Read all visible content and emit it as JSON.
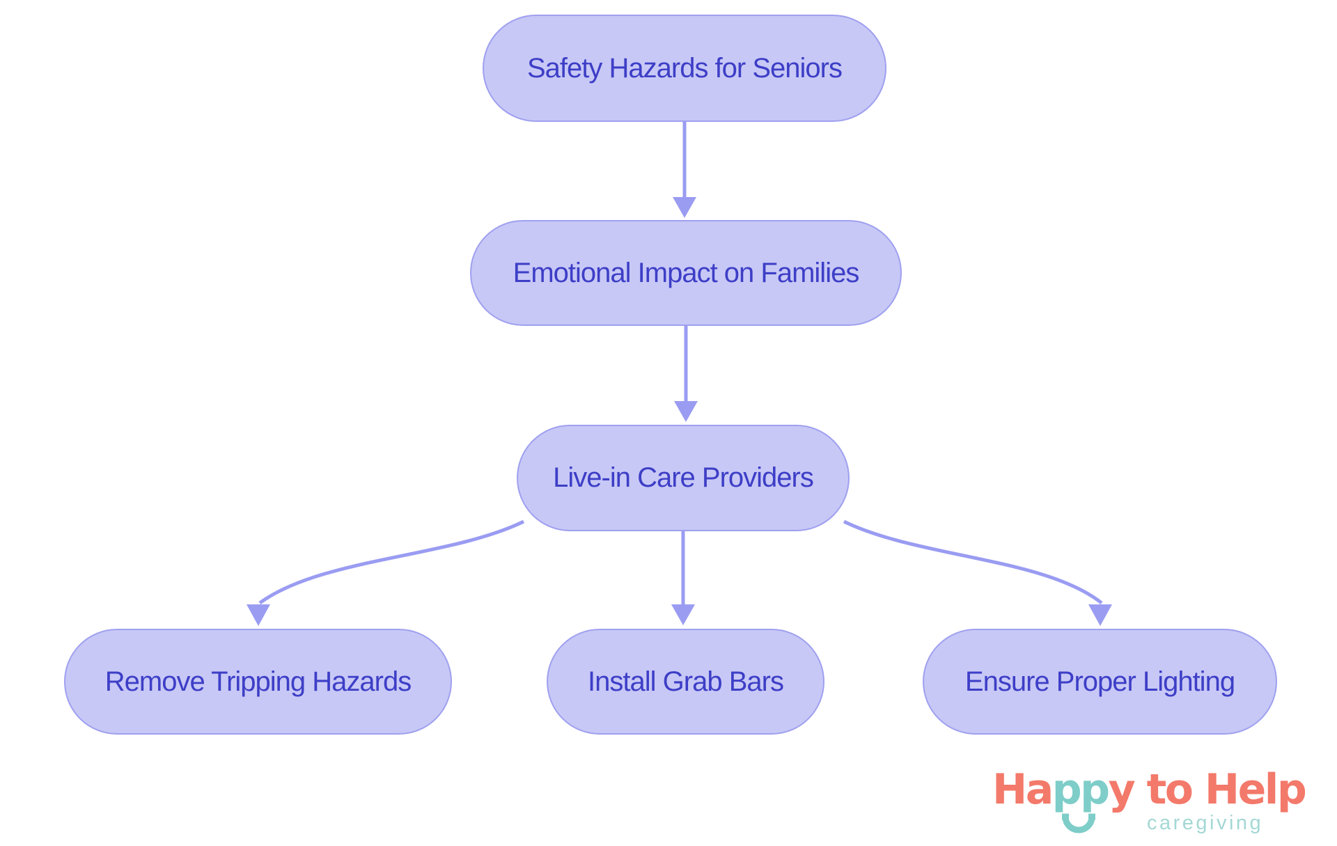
{
  "diagram": {
    "nodes": [
      {
        "label": "Safety Hazards for Seniors"
      },
      {
        "label": "Emotional Impact on Families"
      },
      {
        "label": "Live-in Care Providers"
      },
      {
        "label": "Remove Tripping Hazards"
      },
      {
        "label": "Install Grab Bars"
      },
      {
        "label": "Ensure Proper Lighting"
      }
    ],
    "colors": {
      "node_fill": "#c7c8f6",
      "node_border": "#9fa0ef",
      "arrow": "#9a9cf2",
      "node_text": "#3d3ec6"
    }
  },
  "logo": {
    "title_part_1": "Ha",
    "title_part_2": "pp",
    "title_part_3": "y to Help",
    "subtitle": "caregiving",
    "colors": {
      "coral": "#f3796a",
      "teal": "#7ecdc9",
      "subtitle_teal": "#a3d8d4"
    }
  }
}
